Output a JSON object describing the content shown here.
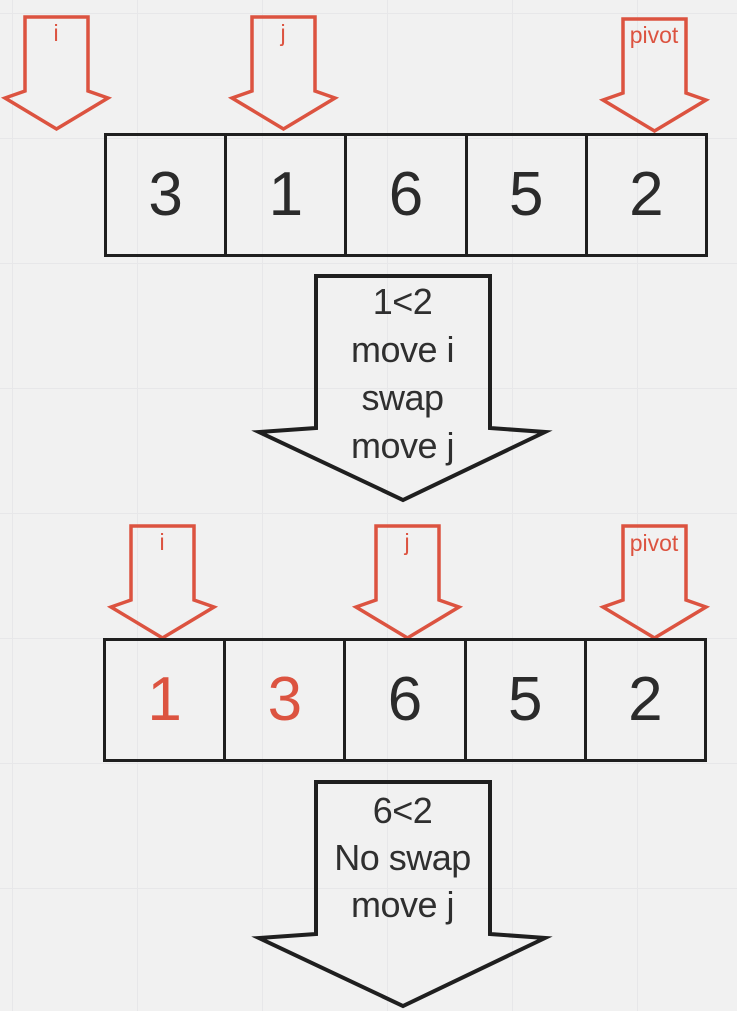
{
  "colors": {
    "bg": "#f1f1f1",
    "grid": "#e7e7e9",
    "accent": "#dc5340",
    "ink": "#1f1f1f",
    "text": "#2f2f2f"
  },
  "step1": {
    "pointers": [
      {
        "label": "i"
      },
      {
        "label": "j"
      },
      {
        "label": "pivot"
      }
    ],
    "array": {
      "values": [
        "3",
        "1",
        "6",
        "5",
        "2"
      ],
      "highlight": []
    },
    "transition": {
      "lines": [
        "1<2",
        "move i",
        "swap",
        "move j"
      ]
    }
  },
  "step2": {
    "pointers": [
      {
        "label": "i"
      },
      {
        "label": "j"
      },
      {
        "label": "pivot"
      }
    ],
    "array": {
      "values": [
        "1",
        "3",
        "6",
        "5",
        "2"
      ],
      "highlight": [
        0,
        1
      ]
    },
    "transition": {
      "lines": [
        "6<2",
        "No swap",
        "move j"
      ]
    }
  }
}
